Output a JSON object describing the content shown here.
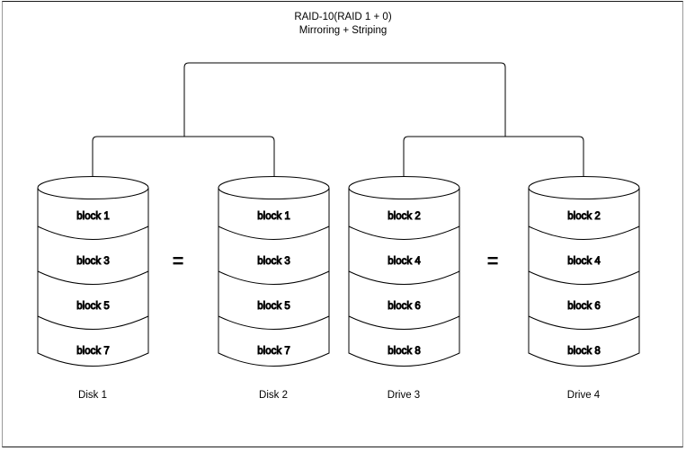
{
  "diagram": {
    "title_line1": "RAID-10(RAID 1 + 0)",
    "title_line2": "Mirroring + Striping",
    "title": "RAID-10(RAID 1 + 0)\nMirroring + Striping",
    "stroke_color": "#000000",
    "background_color": "#ffffff",
    "border_color": "#1a1a1a",
    "equals_symbol_1": "=",
    "equals_symbol_2": "=",
    "disks": [
      {
        "label": "Disk 1",
        "blocks": [
          "block 1",
          "block 3",
          "block 5",
          "block 7"
        ]
      },
      {
        "label": "Disk 2",
        "blocks": [
          "block 1",
          "block 3",
          "block 5",
          "block 7"
        ]
      },
      {
        "label": "Drive 3",
        "blocks": [
          "block 2",
          "block 4",
          "block 6",
          "block 8"
        ]
      },
      {
        "label": "Drive 4",
        "blocks": [
          "block 2",
          "block 4",
          "block 6",
          "block 8"
        ]
      }
    ]
  }
}
